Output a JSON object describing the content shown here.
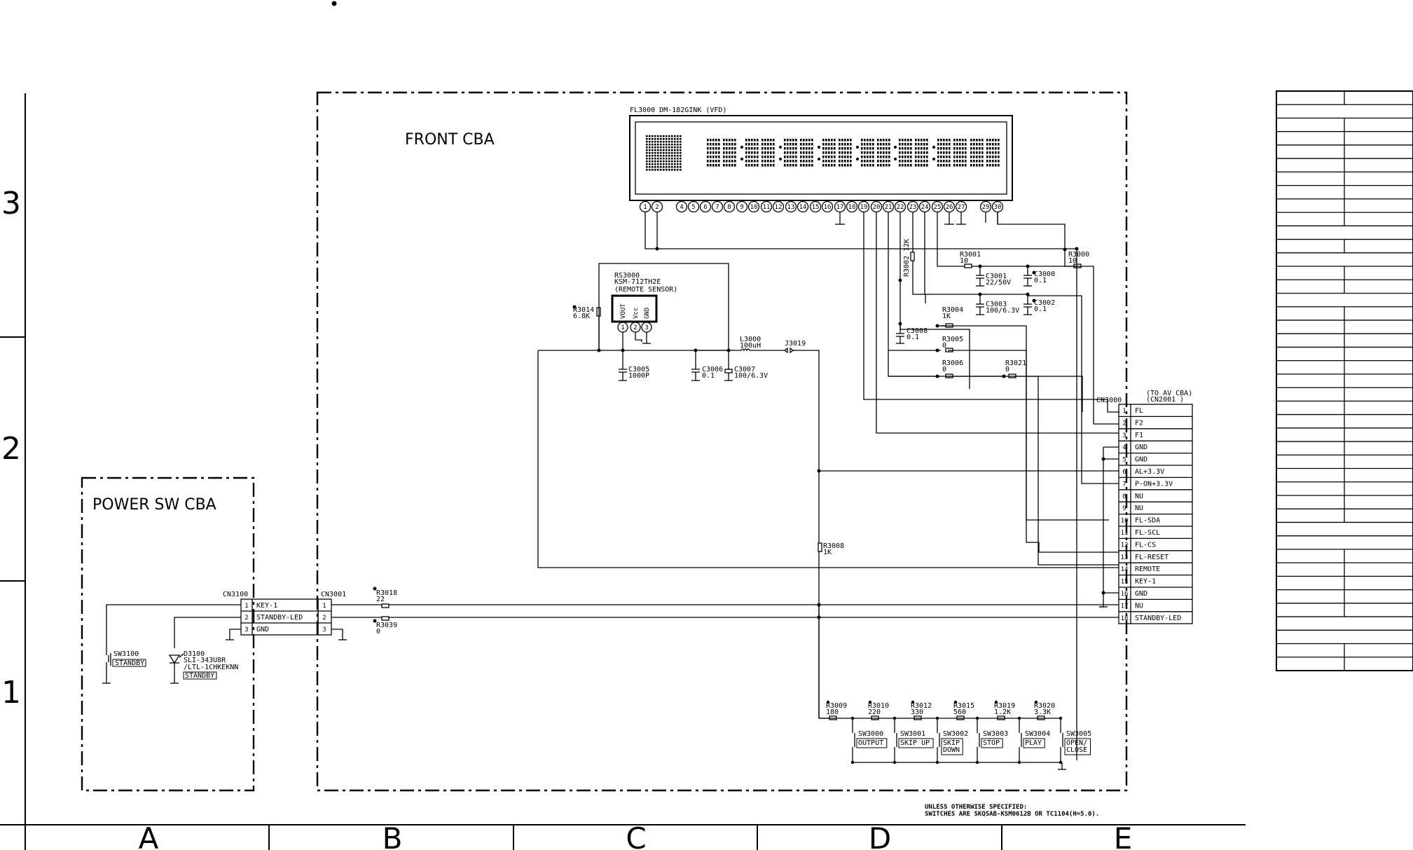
{
  "border": {
    "rows": [
      "3",
      "2",
      "1"
    ],
    "columns": [
      "A",
      "B",
      "C",
      "D",
      "E"
    ]
  },
  "boards": {
    "front": "FRONT  CBA",
    "power": "POWER  SW  CBA"
  },
  "vfd": {
    "label": "FL3000  DM-182GINK  (VFD)",
    "pins": [
      "1",
      "2",
      "4",
      "5",
      "6",
      "7",
      "8",
      "9",
      "10",
      "11",
      "12",
      "13",
      "14",
      "15",
      "16",
      "17",
      "18",
      "19",
      "20",
      "21",
      "22",
      "23",
      "24",
      "25",
      "26",
      "27",
      "29",
      "30"
    ]
  },
  "remote_sensor": {
    "ref": "RS3000",
    "part": "KSM-712TH2E",
    "desc": "(REMOTE SENSOR)",
    "pins": [
      "VOUT",
      "Vcc",
      "GND"
    ],
    "pin_numbers": [
      "1",
      "2",
      "3"
    ]
  },
  "parts": {
    "r3000": [
      "R3000",
      "10"
    ],
    "r3001": [
      "R3001",
      "10"
    ],
    "r3002": "R3002  12K",
    "c3000": [
      "C3000",
      "0.1"
    ],
    "c3001": [
      "C3001",
      "22/50V"
    ],
    "c3003": [
      "C3003",
      "100/6.3V"
    ],
    "c3002": [
      "C3002",
      "0.1"
    ],
    "r3004": [
      "R3004",
      "1K"
    ],
    "c3008": [
      "C3008",
      "0.1"
    ],
    "r3005": [
      "R3005",
      "0"
    ],
    "r3006": [
      "R3006",
      "0"
    ],
    "r3021": [
      "R3021",
      "0"
    ],
    "r3014": [
      "R3014",
      "6.8K"
    ],
    "l3000": [
      "L3000",
      "100uH"
    ],
    "j3019": "J3019",
    "c3005": [
      "C3005",
      "1000P"
    ],
    "c3006": [
      "C3006",
      "0.1"
    ],
    "c3007": [
      "C3007",
      "100/6.3V"
    ],
    "r3008": [
      "R3008",
      "1K"
    ],
    "r3018": [
      "R3018",
      "22"
    ],
    "r3039": [
      "R3039",
      "0"
    ],
    "d3100": [
      "D3100",
      "SLI-343U8R",
      "/LTL-1CHKEKNN",
      "STANDBY"
    ],
    "sw3100": [
      "SW3100",
      "STANDBY"
    ]
  },
  "cn3000": {
    "ref": "CN3000",
    "to": [
      "(TO AV CBA)",
      "(CN2001 )"
    ],
    "pins": [
      {
        "n": "1",
        "name": "FL"
      },
      {
        "n": "2",
        "name": "F2"
      },
      {
        "n": "3",
        "name": "F1"
      },
      {
        "n": "4",
        "name": "GND"
      },
      {
        "n": "5",
        "name": "GND"
      },
      {
        "n": "6",
        "name": "AL+3.3V"
      },
      {
        "n": "7",
        "name": "P-ON+3.3V"
      },
      {
        "n": "8",
        "name": "NU"
      },
      {
        "n": "9",
        "name": "NU"
      },
      {
        "n": "10",
        "name": "FL-SDA"
      },
      {
        "n": "11",
        "name": "FL-SCL"
      },
      {
        "n": "12",
        "name": "FL-CS"
      },
      {
        "n": "13",
        "name": "FL-RESET"
      },
      {
        "n": "14",
        "name": "REMOTE"
      },
      {
        "n": "15",
        "name": "KEY-1"
      },
      {
        "n": "16",
        "name": "GND"
      },
      {
        "n": "17",
        "name": "NU"
      },
      {
        "n": "18",
        "name": "STANDBY-LED"
      }
    ]
  },
  "cn3100": {
    "ref": "CN3100",
    "pins": [
      {
        "n": "1",
        "name": "KEY-1"
      },
      {
        "n": "2",
        "name": "STANDBY-LED"
      },
      {
        "n": "3",
        "name": "GND"
      }
    ]
  },
  "cn3001": {
    "ref": "CN3001",
    "pins": [
      "1",
      "2",
      "3"
    ]
  },
  "key_resistors": [
    {
      "ref": "R3009",
      "val": "180"
    },
    {
      "ref": "R3010",
      "val": "220"
    },
    {
      "ref": "R3012",
      "val": "330"
    },
    {
      "ref": "R3015",
      "val": "560"
    },
    {
      "ref": "R3019",
      "val": "1.2K"
    },
    {
      "ref": "R3020",
      "val": "3.3K"
    }
  ],
  "switches": [
    {
      "ref": "SW3000",
      "label": [
        "OUTPUT"
      ]
    },
    {
      "ref": "SW3001",
      "label": [
        "SKIP UP"
      ]
    },
    {
      "ref": "SW3002",
      "label": [
        "SKIP",
        "DOWN"
      ]
    },
    {
      "ref": "SW3003",
      "label": [
        "STOP"
      ]
    },
    {
      "ref": "SW3004",
      "label": [
        "PLAY"
      ]
    },
    {
      "ref": "SW3005",
      "label": [
        "OPEN/",
        "CLOSE"
      ]
    }
  ],
  "note": [
    "UNLESS OTHERWISE SPECIFIED:",
    "SWITCHES ARE SKQSAB-KSM0612B OR TC1104(H=5.0)."
  ],
  "side_table": {
    "rows": 43
  }
}
